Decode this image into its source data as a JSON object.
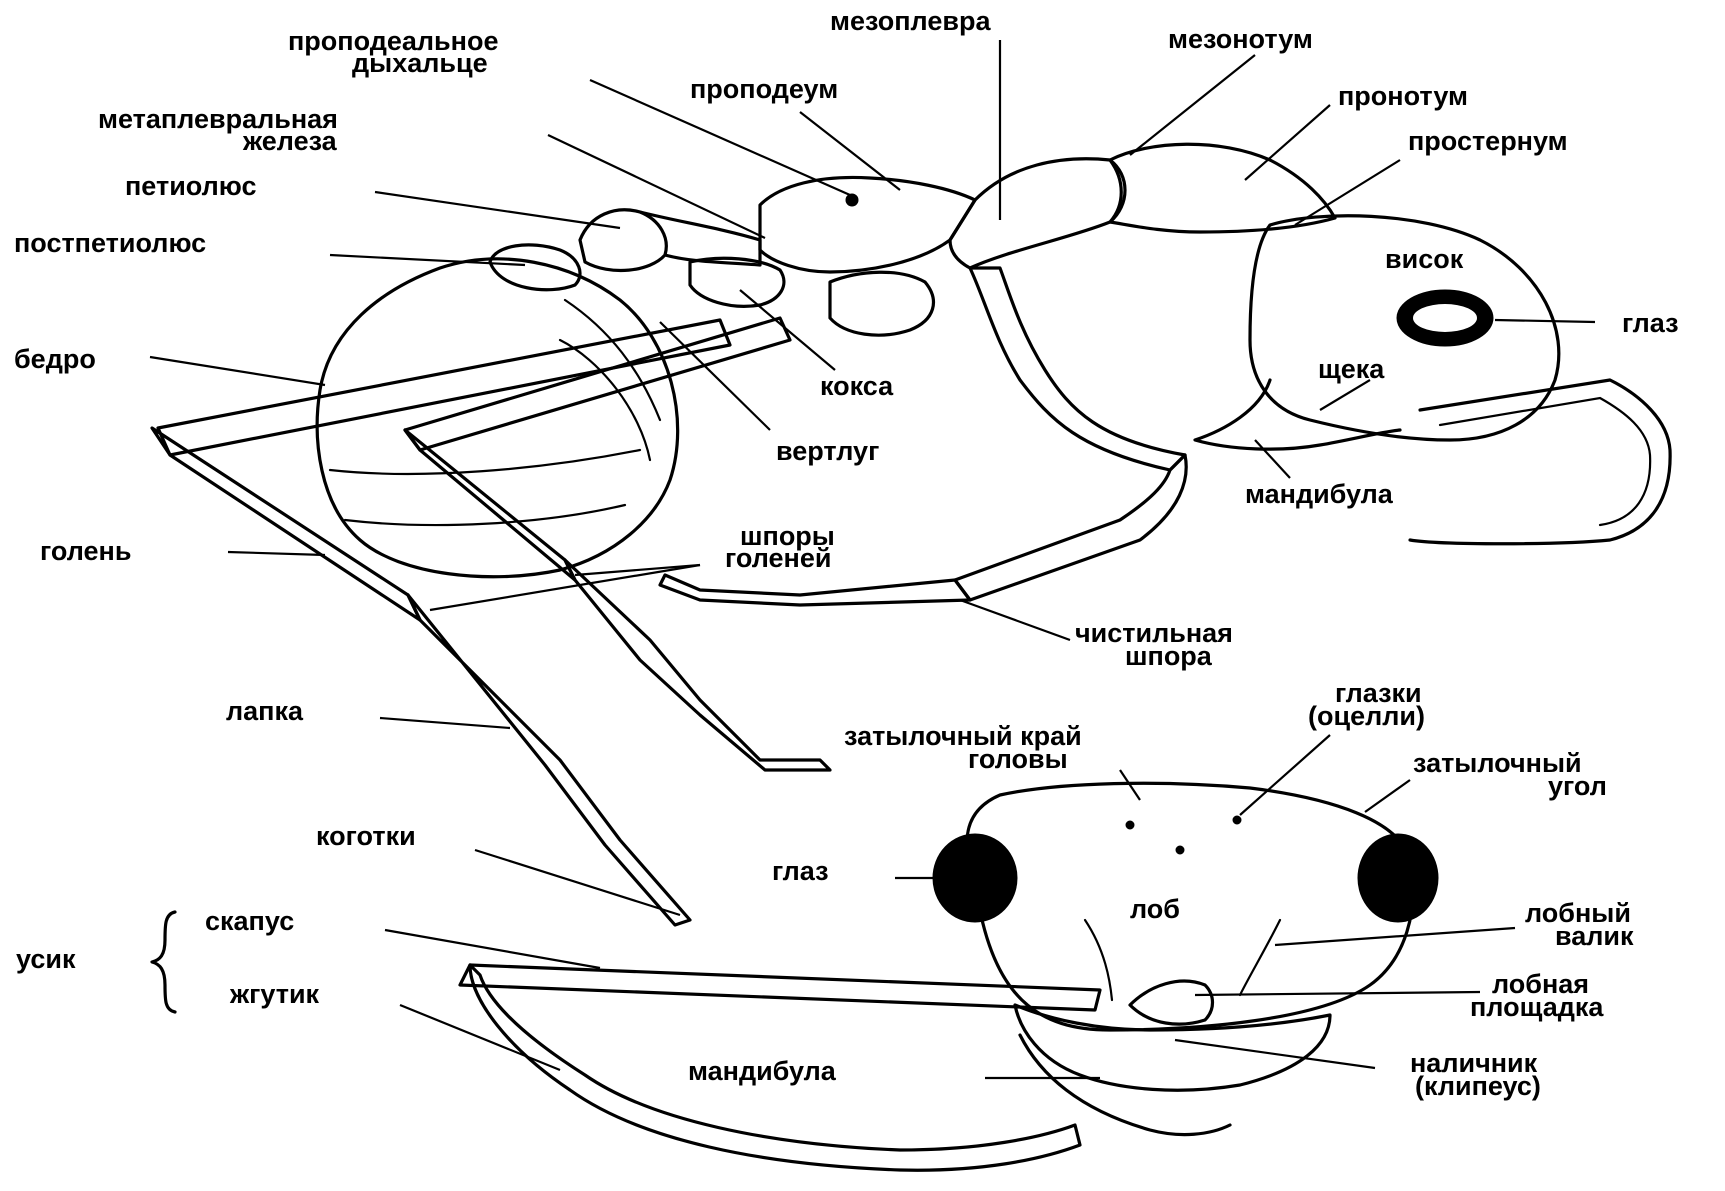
{
  "labels": {
    "propodeal_spiracle_1": "проподеальное",
    "propodeal_spiracle_2": "дыхальце",
    "mesopleura": "мезоплевра",
    "mesonotum": "мезонотум",
    "propodeum": "проподеум",
    "pronotum": "пронотум",
    "metapleural_gland_1": "метаплевральная",
    "metapleural_gland_2": "железа",
    "prosternum": "простернум",
    "petiole": "петиолюс",
    "postpetiole": "постпетиолюс",
    "temple": "висок",
    "eye_side": "глаз",
    "femur": "бедро",
    "cheek": "щека",
    "coxa": "кокса",
    "trochanter": "вертлуг",
    "mandible_side": "мандибула",
    "tibia": "голень",
    "tibial_spurs_1": "шпоры",
    "tibial_spurs_2": "голеней",
    "strigil_1": "чистильная",
    "strigil_2": "шпора",
    "tarsus": "лапка",
    "ocelli_1": "глазки",
    "ocelli_2": "(оцелли)",
    "occipital_margin_1": "затылочный край",
    "occipital_margin_2": "головы",
    "occipital_corner_1": "затылочный",
    "occipital_corner_2": "угол",
    "claws": "коготки",
    "eye_front": "глаз",
    "frons": "лоб",
    "antenna": "усик",
    "scape": "скапус",
    "frontal_carina_1": "лобный",
    "frontal_carina_2": "валик",
    "funiculus": "жгутик",
    "frontal_area_1": "лобная",
    "frontal_area_2": "площадка",
    "mandible_front": "мандибула",
    "clypeus_1": "наличник",
    "clypeus_2": "(клипеус)"
  }
}
